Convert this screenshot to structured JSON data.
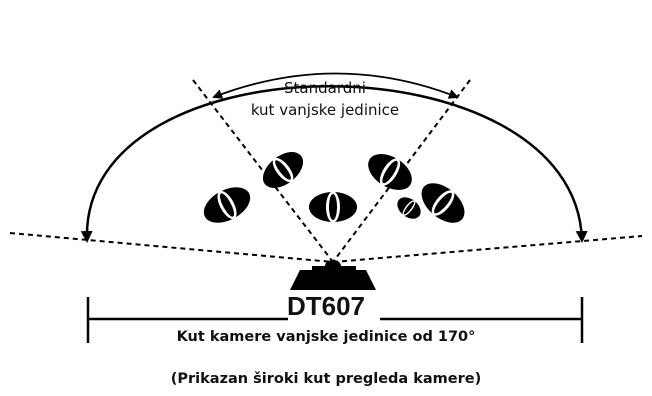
{
  "diagram": {
    "standard_angle_line1": "Standardni",
    "standard_angle_line2": "kut vanjske jedinice",
    "model": "DT607",
    "wide_angle_caption": "Kut kamere vanjske jedinice od 170°",
    "note": "(Prikazan široki kut pregleda kamere)"
  }
}
